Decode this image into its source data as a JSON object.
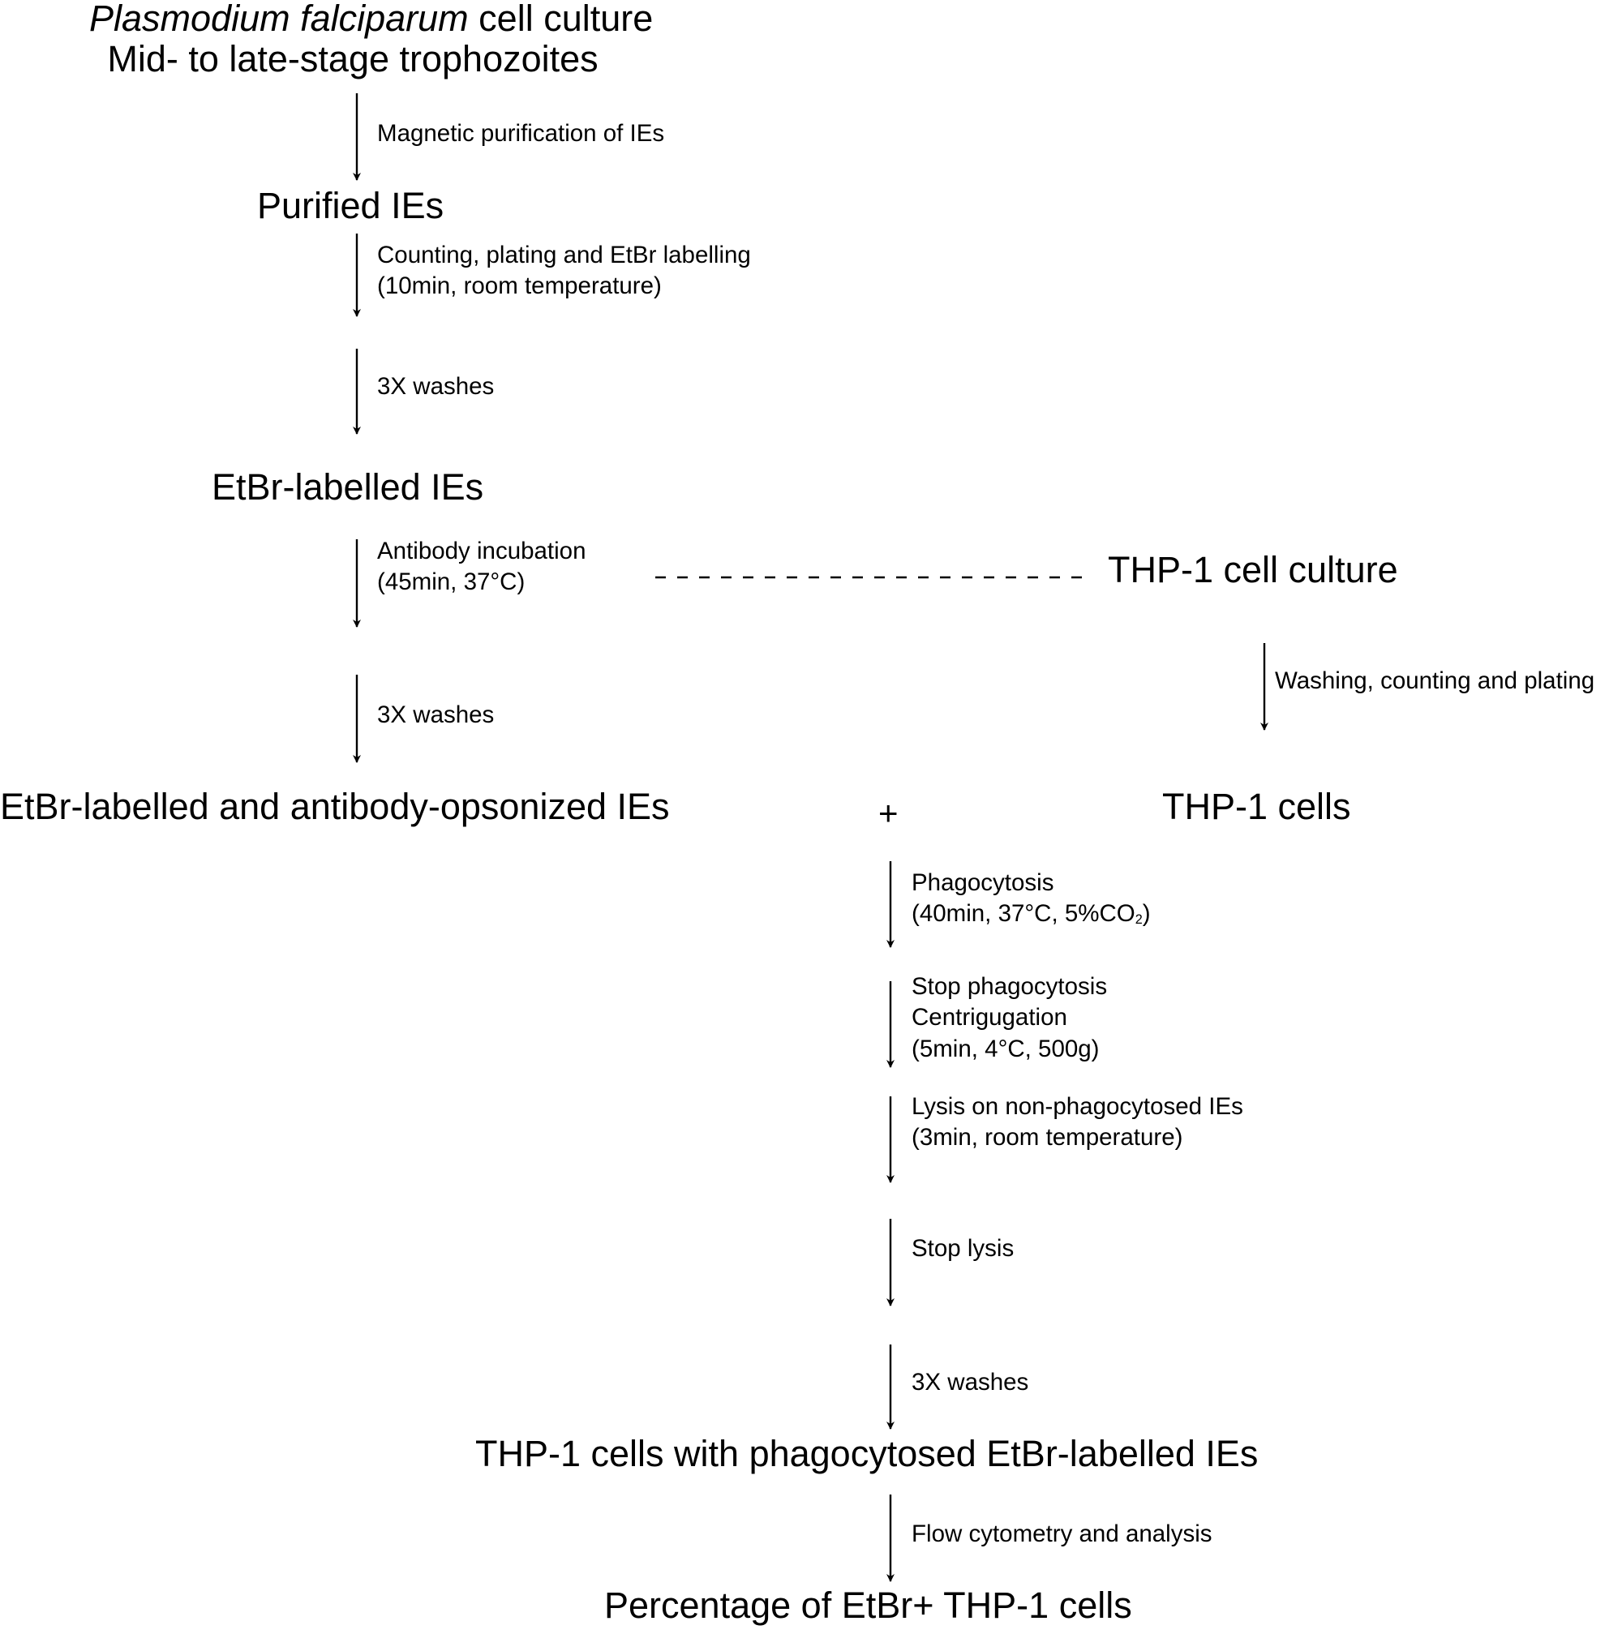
{
  "nodes": {
    "culture_line1_italic": "Plasmodium falciparum",
    "culture_line1_rest": " cell culture",
    "culture_line2": "Mid- to late-stage trophozoites",
    "purified": "Purified IEs",
    "etbr_labelled": "EtBr-labelled IEs",
    "opsonized": "EtBr-labelled and antibody-opsonized IEs",
    "thp1_culture": "THP-1 cell culture",
    "thp1_cells": "THP-1 cells",
    "plus": "+",
    "thp1_with_ies": "THP-1 cells with phagocytosed EtBr-labelled IEs",
    "result": "Percentage of EtBr+ THP-1 cells"
  },
  "steps": {
    "magnetic": "Magnetic purification of IEs",
    "counting_1": "Counting, plating and EtBr labelling",
    "counting_2": "(10min, room temperature)",
    "washes_1": "3X washes",
    "antibody_1": "Antibody incubation",
    "antibody_2": "(45min, 37°C)",
    "washes_2": "3X washes",
    "thp_wash": "Washing, counting and plating",
    "phago_1": "Phagocytosis",
    "phago_2_pre": "(40min, 37°C, 5%CO",
    "phago_2_sub": "2",
    "phago_2_post": ")",
    "stop_phago_1": "Stop phagocytosis",
    "stop_phago_2": "Centrigugation",
    "stop_phago_3": "(5min, 4°C, 500g)",
    "lysis_1": "Lysis on non-phagocytosed IEs",
    "lysis_2": "(3min, room temperature)",
    "stop_lysis": "Stop lysis",
    "washes_3": "3X washes",
    "flow": "Flow cytometry and analysis"
  }
}
